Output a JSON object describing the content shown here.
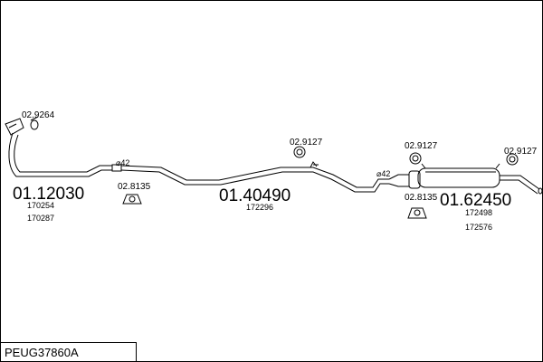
{
  "title_box": {
    "label": "PEUG37860A"
  },
  "sections": [
    {
      "part_number": "01.12030",
      "oe_refs": [
        "170254",
        "170287"
      ]
    },
    {
      "part_number": "01.40490",
      "oe_refs": [
        "172296"
      ]
    },
    {
      "part_number": "01.62450",
      "oe_refs": [
        "172498",
        "172576"
      ]
    }
  ],
  "fittings": {
    "clamp_manifold": "02.9264",
    "rubber_mount_1": "02.9127",
    "rubber_mount_2": "02.9127",
    "rubber_mount_3": "02.9127",
    "bracket_1": "02.8135",
    "bracket_2": "02.8135"
  },
  "diameters": {
    "d1": "⌀42",
    "d2": "⌀42"
  },
  "colors": {
    "line": "#000000",
    "background": "#ffffff"
  }
}
